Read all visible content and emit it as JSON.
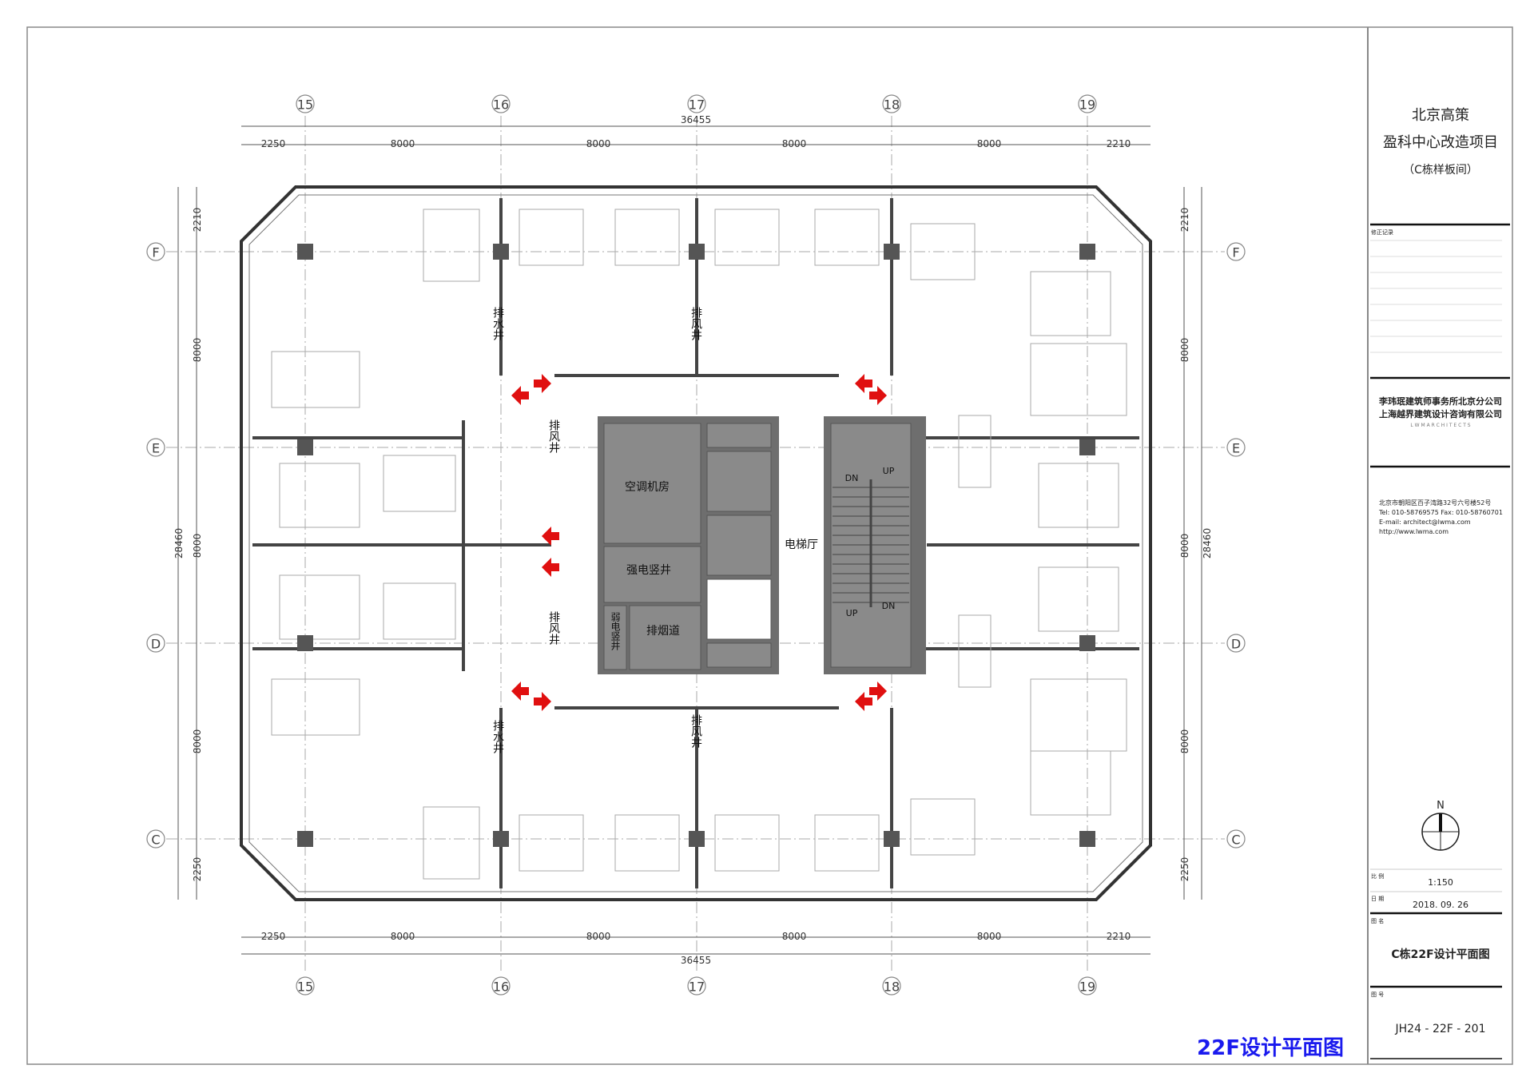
{
  "axes": {
    "columns": [
      "15",
      "16",
      "17",
      "18",
      "19"
    ],
    "rows": [
      "F",
      "E",
      "D",
      "C"
    ]
  },
  "dimensions": {
    "horizontal_total": "36455",
    "horizontal_segments": [
      "2250",
      "8000",
      "8000",
      "8000",
      "8000",
      "2210"
    ],
    "vertical_total": "28460",
    "vertical_segments": [
      "2210",
      "8000",
      "8000",
      "8000",
      "2250"
    ]
  },
  "rooms": {
    "drain_shaft": "排水井",
    "exhaust_shaft": "排风井",
    "ac_room": "空调机房",
    "power_shaft": "强电竖井",
    "weak_current_shaft": "弱电竖井",
    "smoke_exhaust": "排烟道",
    "elevator_lobby": "电梯厅",
    "stair_down": "DN",
    "stair_up": "UP"
  },
  "colors": {
    "core_fill": "#7a7a7a",
    "arrow": "#e01010",
    "label_blue": "#1a1aee"
  },
  "title_block": {
    "project_line1": "北京高策",
    "project_line2": "盈科中心改造项目",
    "project_line3": "（C栋样板间）",
    "revision_label": "修正记录",
    "company_line1": "李玮珉建筑师事务所北京分公司",
    "company_line2": "上海越界建筑设计咨询有限公司",
    "company_en": "L W M    A R C H I T E C T S",
    "address": "北京市朝阳区百子湾路32号六号楼52号",
    "tel_fax": "Tel: 010-58769575   Fax: 010-58760701",
    "email": "E-mail: architect@lwma.com",
    "web": "http://www.lwma.com",
    "north": "N",
    "scale_label": "比 例",
    "scale_value": "1:150",
    "date_label": "日 期",
    "date_value": "2018. 09. 26",
    "drawing_name_label": "图 名",
    "drawing_name": "C栋22F设计平面图",
    "drawing_no_label": "图 号",
    "drawing_no": "JH24 - 22F - 201"
  },
  "plan_label": "22F设计平面图"
}
